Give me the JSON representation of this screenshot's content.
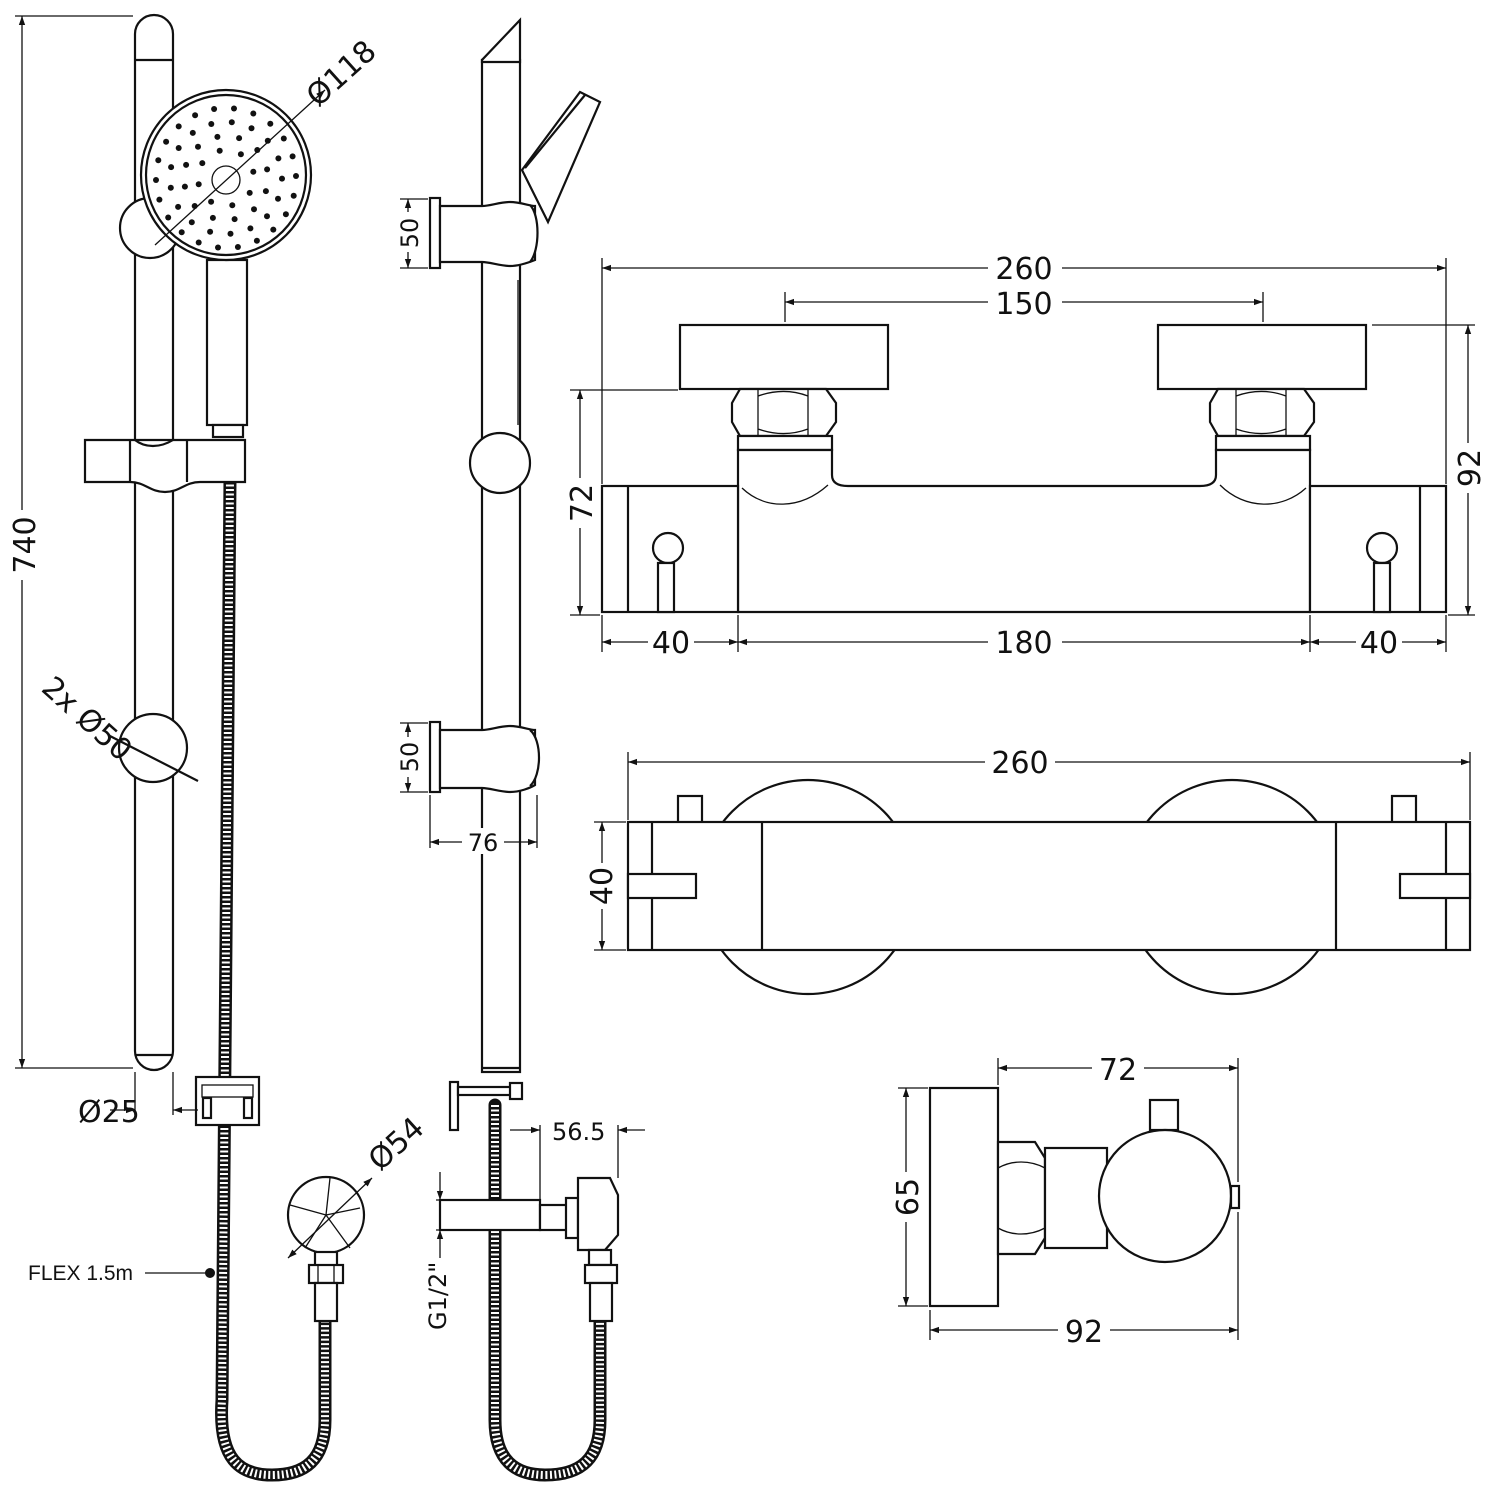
{
  "dimensions": {
    "rail_length": "740",
    "rail_diameter": "Ø25",
    "handset_diameter": "Ø118",
    "bracket_diameter": "2x Ø50",
    "flex_length": "FLEX 1.5m",
    "outlet_diameter": "Ø54",
    "bracket_height_top": "50",
    "bracket_height_bottom": "50",
    "bracket_depth": "76",
    "outlet_projection": "56.5",
    "thread_size": "G1/2\"",
    "valve_front_width": "260",
    "valve_centres": "150",
    "valve_front_height": "72",
    "valve_overall_height": "92",
    "valve_end_left": "40",
    "valve_body_centre": "180",
    "valve_end_right": "40",
    "valve_top_width": "260",
    "valve_top_depth": "40",
    "valve_side_depth": "72",
    "valve_side_height": "65",
    "valve_side_overall": "92"
  }
}
